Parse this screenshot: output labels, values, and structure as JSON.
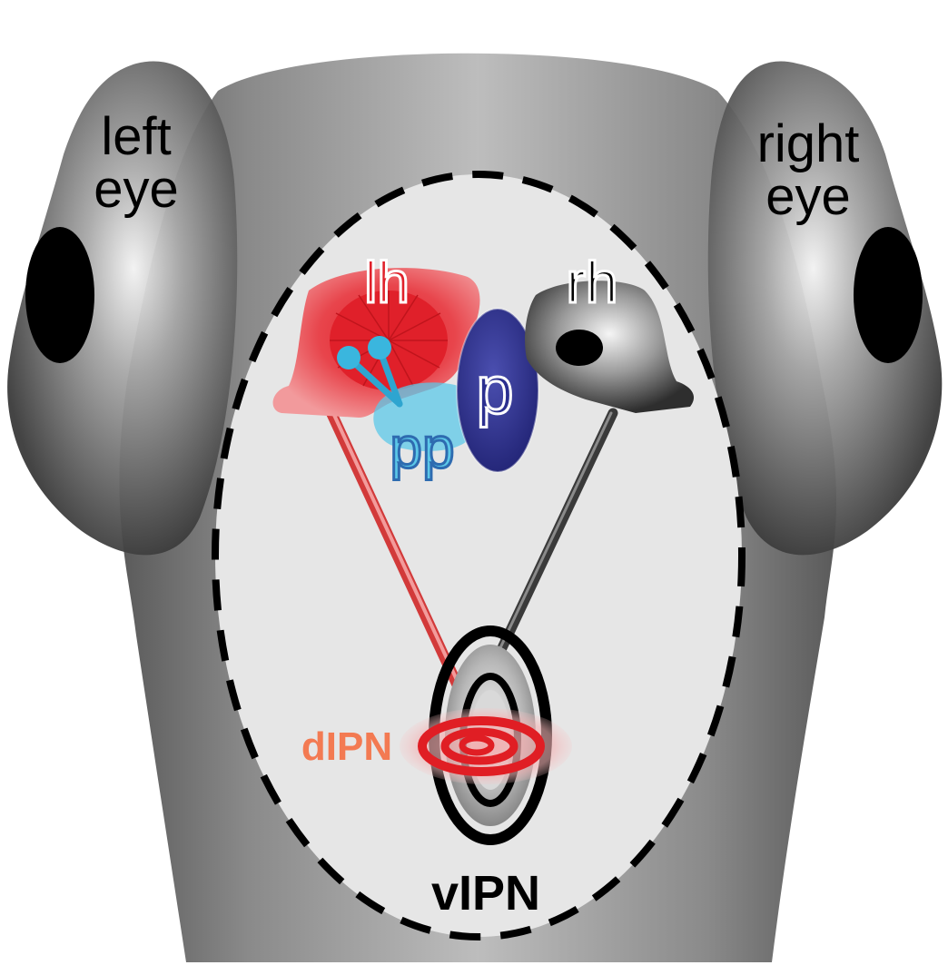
{
  "labels": {
    "left_eye": [
      "left",
      "eye"
    ],
    "right_eye": [
      "right",
      "eye"
    ],
    "lh": "lh",
    "rh": "rh",
    "p": "p",
    "pp": "pp",
    "dIPN": "dIPN",
    "vIPN": "vIPN"
  },
  "colors": {
    "head": "#8c8c8c",
    "brain_region": "#e6e6e6",
    "left_habenula": "#e0202a",
    "right_habenula": "#4a4a4a",
    "parapineal": "#5cc8e8",
    "pineal": "#2b2f8f",
    "dIPN": "#e01e24",
    "vIPN": "#111111"
  }
}
